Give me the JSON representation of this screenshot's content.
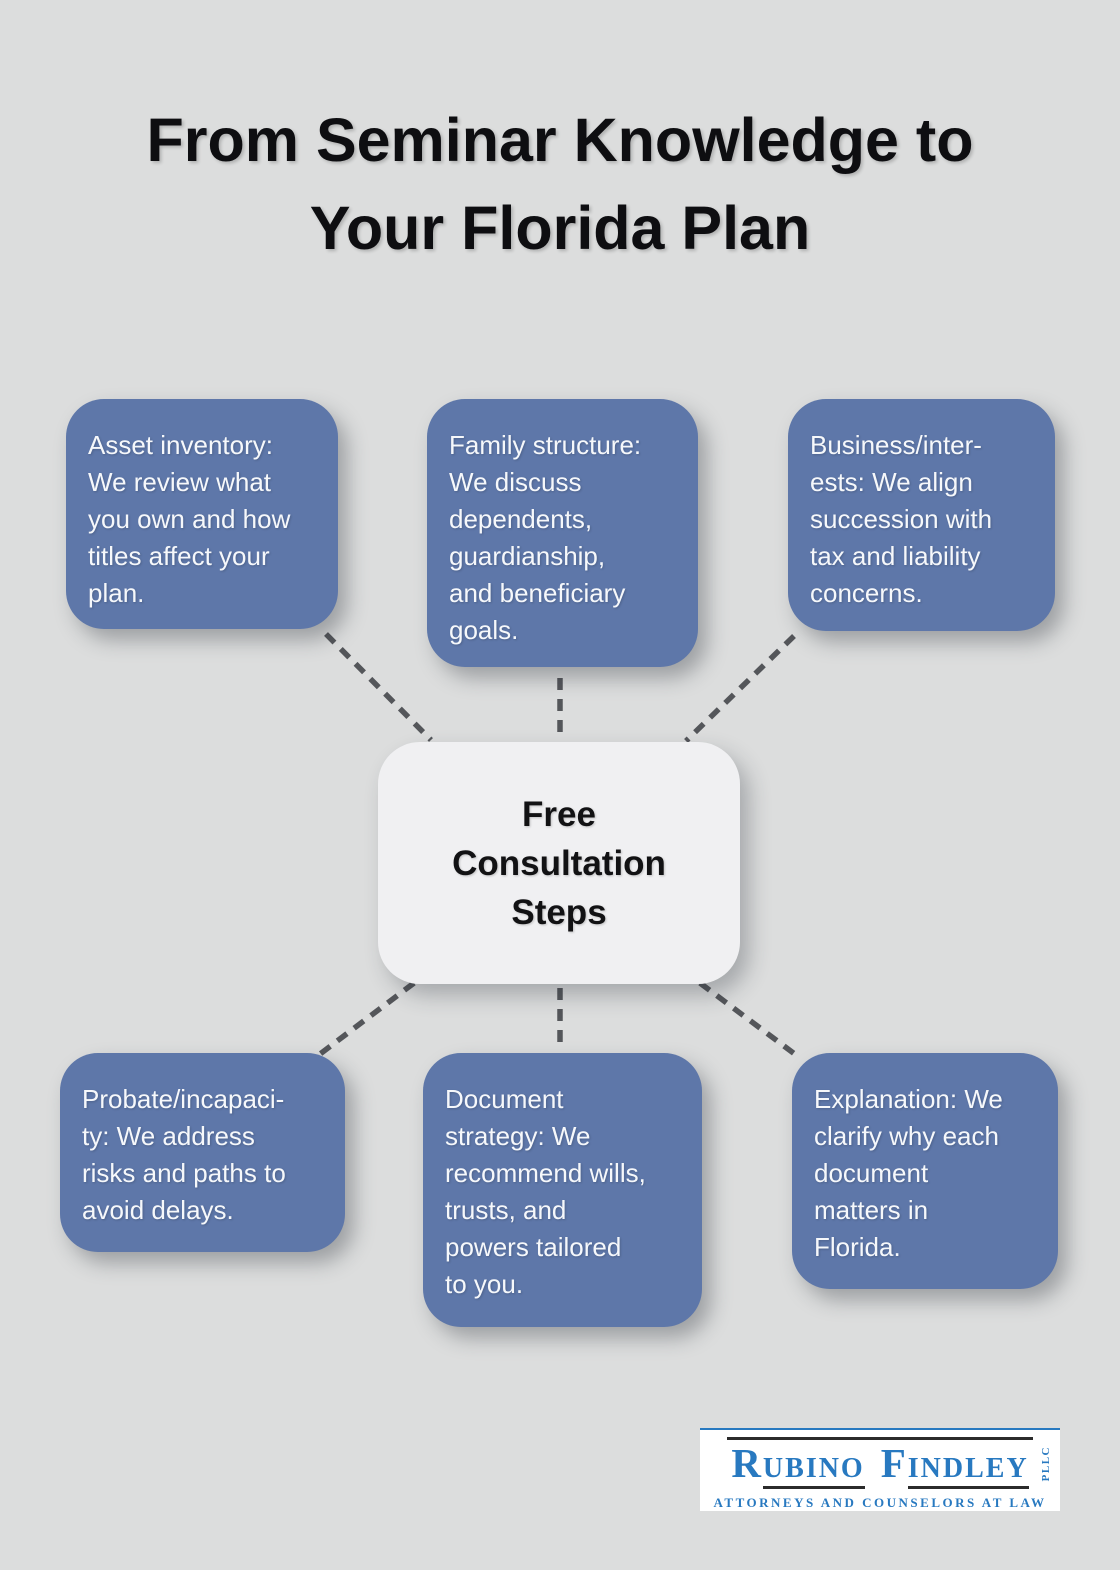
{
  "title": {
    "text": "From Seminar Knowledge to\nYour Florida Plan"
  },
  "center_node": {
    "label": "Free\nConsultation\nSteps"
  },
  "nodes": [
    {
      "name": "asset-inventory",
      "text": "Asset inventory:\nWe review what\nyou own and how\ntitles affect your\nplan."
    },
    {
      "name": "family-structure",
      "text": "Family structure:\nWe discuss\ndependents,\nguardianship,\nand beneficiary\ngoals."
    },
    {
      "name": "business-interests",
      "text": "Business/inter-\nests: We align\nsuccession with\ntax and liability\nconcerns."
    },
    {
      "name": "probate-incapacity",
      "text": "Probate/incapaci-\nty: We address\nrisks and paths to\navoid delays."
    },
    {
      "name": "document-strategy",
      "text": "Document\nstrategy: We\nrecommend wills,\ntrusts, and\npowers tailored\nto you."
    },
    {
      "name": "explanation",
      "text": "Explanation: We\nclarify why each\ndocument\nmatters in\nFlorida."
    }
  ],
  "logo": {
    "word1_initial": "R",
    "word1_rest": "UBINO",
    "word2_initial": "F",
    "word2_rest": "INDLEY",
    "suffix": "PLLC",
    "tagline": "ATTORNEYS AND COUNSELORS AT LAW"
  },
  "colors": {
    "page_background": "#dcdddd",
    "node_fill": "#5e77a9",
    "node_text": "#f6f8fb",
    "center_fill": "#f0f0f2",
    "title_text": "#0e0e11",
    "connector_dash": "#54565a",
    "logo_blue": "#2879c0",
    "logo_rule_black": "#2b2b2b",
    "logo_background": "#ffffff"
  }
}
